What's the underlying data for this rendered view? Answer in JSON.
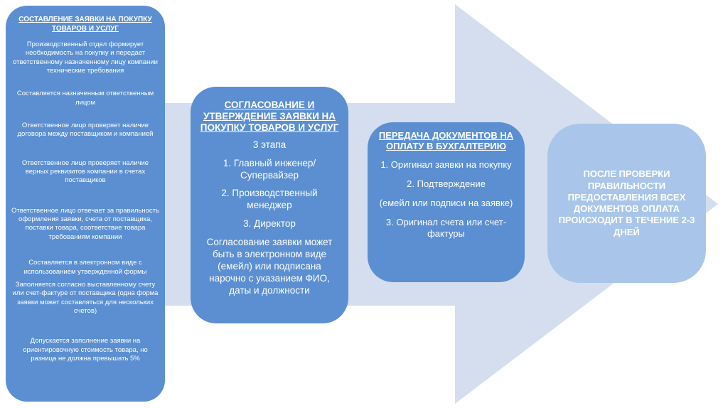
{
  "colors": {
    "box": "#5b8fd1",
    "final_box": "#a9c6ea",
    "arrow": "#d4deef"
  },
  "step1": {
    "title": "СОСТАВЛЕНИЕ ЗАЯВКИ НА ПОКУПКУ ТОВАРОВ И УСЛУГ",
    "items": [
      "Производственный отдел формирует необходимость на покупку и передает ответственному назначенному лицу компании технические требования",
      "Составляется назначенным ответственным лицом",
      "Ответственное лицо проверяет наличие договора между поставщиком и компанией",
      "Ответственное лицо проверяет наличие верных реквизитов компании в счетах поставщиков",
      "Ответственное лицо отвечает за правильность оформления заявки, счета от поставщика, поставки товара, соответствие товара требованиям компании",
      "Составляется в электронном виде с использованием утвержденной формы",
      "Заполняется согласно выставленному счету или счет-фактуре от поставщика (одна форма заявки может составляться для нескольких счетов)",
      "Допускается заполнение заявки на ориентировочную стоимость товара, но разница не должна превышать 5%"
    ]
  },
  "step2": {
    "title": "СОГЛАСОВАНИЕ И УТВЕРЖДЕНИЕ ЗАЯВКИ НА ПОКУПКУ ТОВАРОВ И УСЛУГ",
    "items": [
      "3 этапа",
      "1. Главный инженер/Супервайзер",
      "2. Производственный менеджер",
      "3. Директор",
      "Согласование заявки может быть в электронном виде (емейл) или подписана нарочно с указанием ФИО, даты и должности"
    ]
  },
  "step3": {
    "title": "ПЕРЕДАЧА ДОКУМЕНТОВ НА ОПЛАТУ В БУХГАЛТЕРИЮ",
    "items": [
      "1. Оригинал заявки на покупку",
      "2. Подтверждение",
      "(емейл или подписи на заявке)",
      "3. Оригинал счета или счет-фактуры"
    ]
  },
  "step4": {
    "text": "ПОСЛЕ ПРОВЕРКИ ПРАВИЛЬНОСТИ ПРЕДОСТАВЛЕНИЯ ВСЕХ ДОКУМЕНТОВ ОПЛАТА ПРОИСХОДИТ В ТЕЧЕНИЕ 2-3 ДНЕЙ"
  }
}
